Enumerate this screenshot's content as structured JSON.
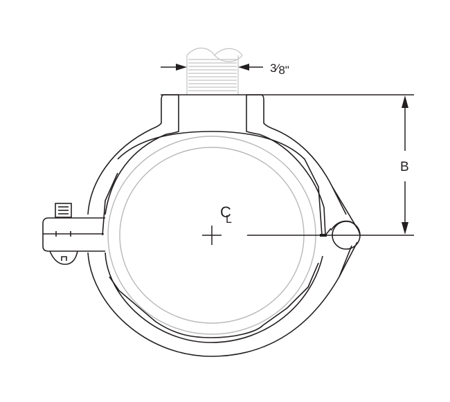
{
  "diagram": {
    "subject": "Pipe clamp hanger with threaded rod",
    "labels": {
      "rod_size": "3⁄8\"",
      "rod_size_whole": "3",
      "rod_size_slash": "⁄",
      "rod_size_den": "8\"",
      "dimension_b": "B",
      "centerline_c": "C",
      "centerline_l": "L"
    },
    "components": [
      "threaded-rod",
      "rod-width-dimension",
      "clamp-body",
      "pipe-outer",
      "pipe-inner",
      "clamp-bolt-ear",
      "clamp-hinge-pin",
      "center-mark",
      "dimension-b"
    ],
    "colors": {
      "line": "#231f20",
      "pipe_line": "#b8b8b8",
      "background": "#ffffff"
    }
  }
}
